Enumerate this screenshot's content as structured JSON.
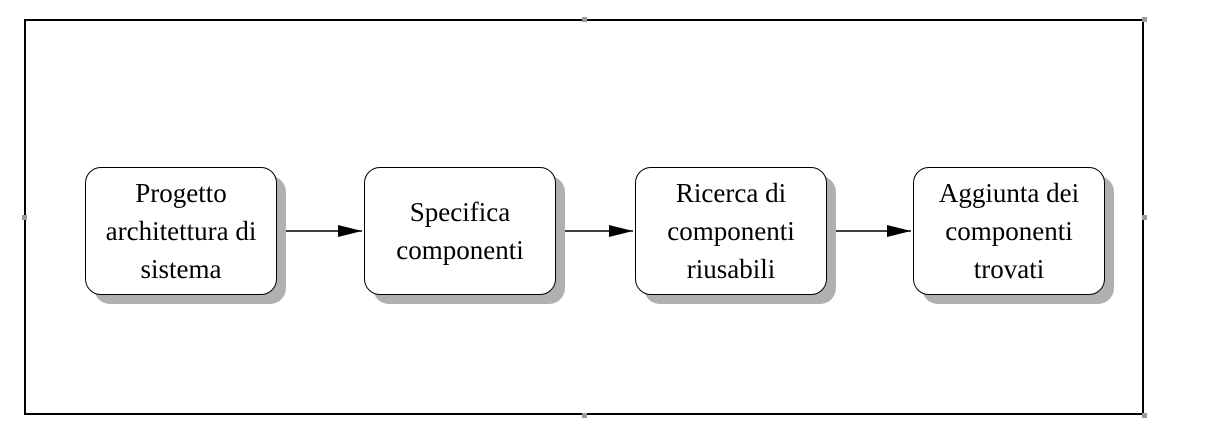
{
  "diagram": {
    "steps": [
      {
        "label": "Progetto\narchitettura di\nsistema"
      },
      {
        "label": "Specifica\ncomponenti"
      },
      {
        "label": "Ricerca di\ncomponenti\nriusabili"
      },
      {
        "label": "Aggiunta dei\ncomponenti\ntrovati"
      }
    ],
    "connections": [
      {
        "from": 0,
        "to": 1
      },
      {
        "from": 1,
        "to": 2
      },
      {
        "from": 2,
        "to": 3
      }
    ]
  }
}
